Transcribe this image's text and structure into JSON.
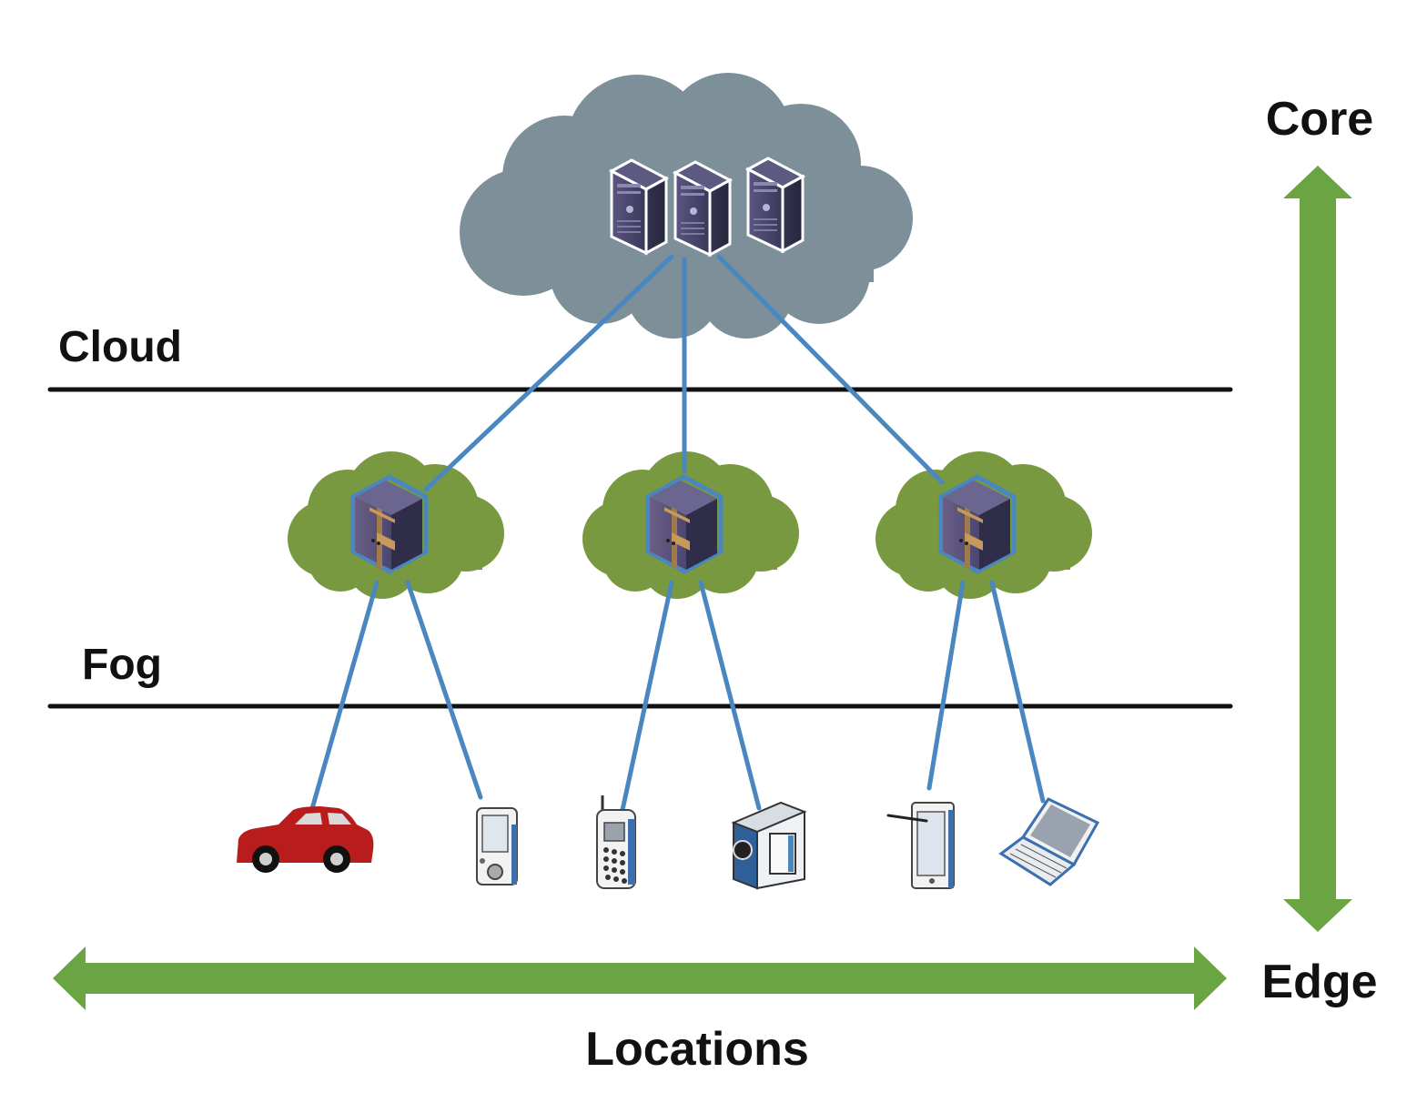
{
  "labels": {
    "cloud": "Cloud",
    "fog": "Fog",
    "core": "Core",
    "edge": "Edge",
    "locations": "Locations"
  },
  "colors": {
    "cloud_fill": "#7d8f99",
    "fog_fill": "#78993f",
    "link": "#4a86c0",
    "arrow": "#6aa443",
    "separator": "#111111",
    "server_body": "#3c3b5c",
    "car": "#b91c1c"
  },
  "nodes": {
    "cloud_servers": [
      "server-icon",
      "server-icon",
      "server-icon"
    ],
    "fog_nodes": [
      "fog-server-icon",
      "fog-server-icon",
      "fog-server-icon"
    ],
    "edge_devices": [
      "car-icon",
      "pda-icon",
      "mobile-phone-icon",
      "video-camera-icon",
      "tablet-icon",
      "laptop-icon"
    ]
  }
}
